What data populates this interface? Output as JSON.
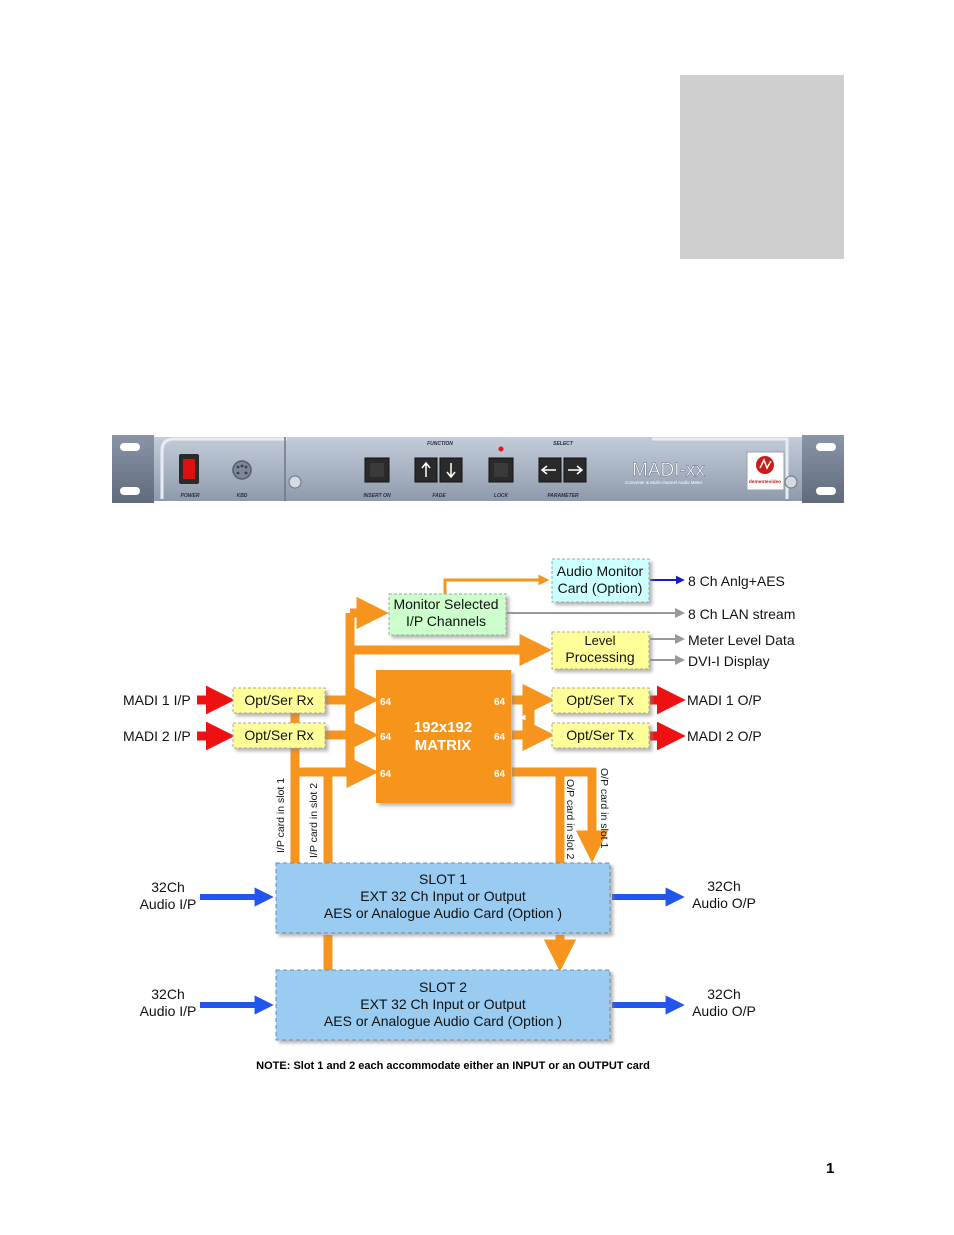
{
  "panel": {
    "labels": {
      "power": "POWER",
      "kbd": "KBD",
      "function": "FUNCTION",
      "select": "SELECT",
      "insert_on": "INSERT ON",
      "fade": "FADE",
      "lock": "LOCK",
      "parameter": "PARAMETER"
    },
    "product_name": "MADI-xx",
    "product_subtitle": "Converter & Multi-channel Audio Meter",
    "brand": "dementevideo"
  },
  "diagram": {
    "audio_monitor": [
      "Audio Monitor",
      "Card (Option)"
    ],
    "monitor_selected": [
      "Monitor Selected",
      "I/P Channels"
    ],
    "level_processing": [
      "Level",
      "Processing"
    ],
    "matrix": [
      "192x192",
      "MATRIX"
    ],
    "port_64": "64",
    "opt_ser_rx": "Opt/Ser Rx",
    "opt_ser_tx": "Opt/Ser Tx",
    "madi1_in": "MADI 1 I/P",
    "madi2_in": "MADI 2 I/P",
    "madi1_out": "MADI 1 O/P",
    "madi2_out": "MADI 2 O/P",
    "out_anlg_aes": "8 Ch Anlg+AES",
    "out_lan": "8 Ch LAN stream",
    "out_meter": "Meter Level Data",
    "out_dvi": "DVI-I Display",
    "ip_card_slot1": "I/P card in slot 1",
    "ip_card_slot2": "I/P card in slot 2",
    "op_card_slot2": "O/P card in slot 2",
    "op_card_slot1": "O/P card in slot 1",
    "slot1": [
      "SLOT 1",
      "EXT 32 Ch Input or Output",
      "AES or Analogue Audio Card (Option )"
    ],
    "slot2": [
      "SLOT 2",
      "EXT 32 Ch Input or Output",
      "AES or Analogue Audio Card (Option )"
    ],
    "audio_in": [
      "32Ch",
      "Audio I/P"
    ],
    "audio_out": [
      "32Ch",
      "Audio O/P"
    ]
  },
  "note": "NOTE: Slot 1 and 2 each accommodate either an INPUT or an OUTPUT card",
  "page_number": "1",
  "colors": {
    "orange": "#f7941d",
    "box_yellow": "#ffff99",
    "box_green": "#ccffcc",
    "box_cyan": "#ccffff",
    "slot_blue": "#99ccf0",
    "arrow_red": "#ee1111",
    "arrow_blue": "#2255ee",
    "arrow_gray": "#999999"
  }
}
